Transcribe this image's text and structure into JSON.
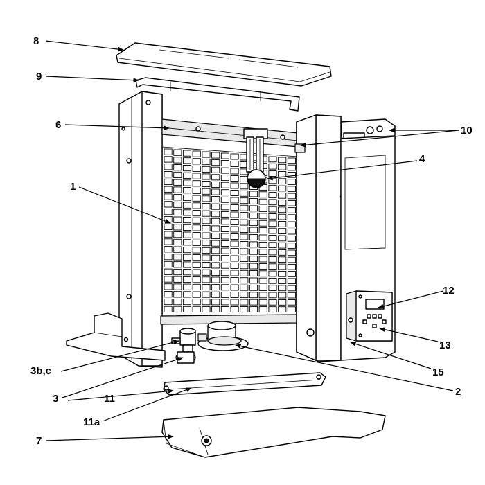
{
  "diagram": {
    "callouts": [
      {
        "id": "c8",
        "label": "8"
      },
      {
        "id": "c9",
        "label": "9"
      },
      {
        "id": "c6",
        "label": "6"
      },
      {
        "id": "c10",
        "label": "10"
      },
      {
        "id": "c4",
        "label": "4"
      },
      {
        "id": "c1",
        "label": "1"
      },
      {
        "id": "c12",
        "label": "12"
      },
      {
        "id": "c13",
        "label": "13"
      },
      {
        "id": "c15",
        "label": "15"
      },
      {
        "id": "c3bc",
        "label": "3b,c"
      },
      {
        "id": "c2",
        "label": "2"
      },
      {
        "id": "c3",
        "label": "3"
      },
      {
        "id": "c11",
        "label": "11"
      },
      {
        "id": "c11a",
        "label": "11a"
      },
      {
        "id": "c7",
        "label": "7"
      }
    ]
  }
}
